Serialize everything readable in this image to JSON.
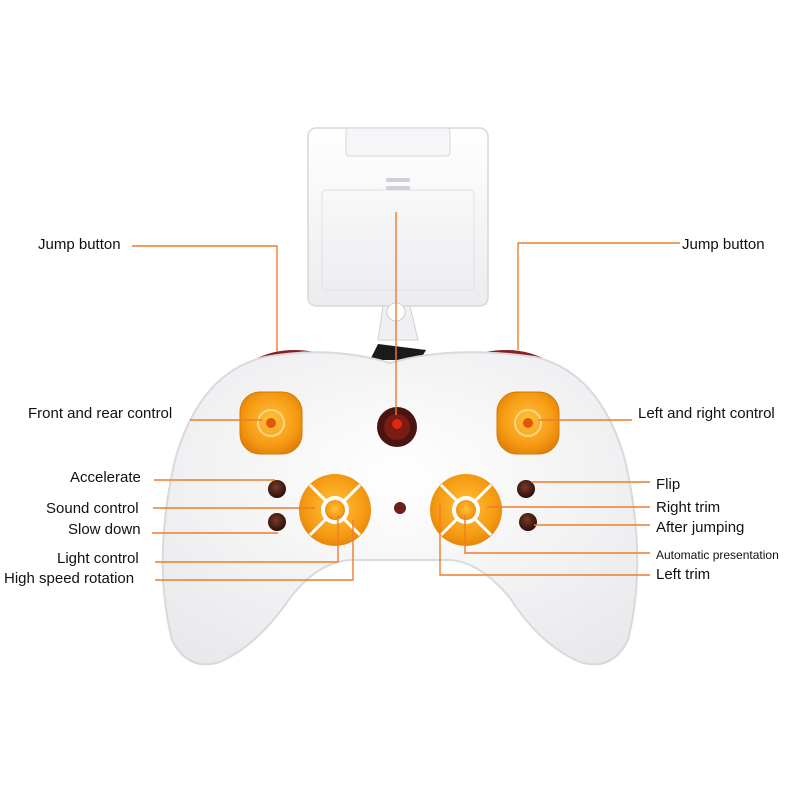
{
  "colors": {
    "leader_line": "#f07c2a",
    "controller_body": "#ffffff",
    "orange_button": "#f59a12",
    "dark_button": "#3a1a14",
    "red_dot": "#e02810"
  },
  "labels": {
    "jump_left": "Jump button",
    "jump_right": "Jump button",
    "front_rear": "Front and rear control",
    "left_right": "Left and right control",
    "accelerate": "Accelerate",
    "sound_control": "Sound control",
    "slow_down": "Slow down",
    "light_control": "Light control",
    "high_speed_rotation": "High speed rotation",
    "flip": "Flip",
    "right_trim": "Right trim",
    "after_jumping": "After jumping",
    "automatic_presentation": "Automatic presentation",
    "left_trim": "Left trim"
  }
}
